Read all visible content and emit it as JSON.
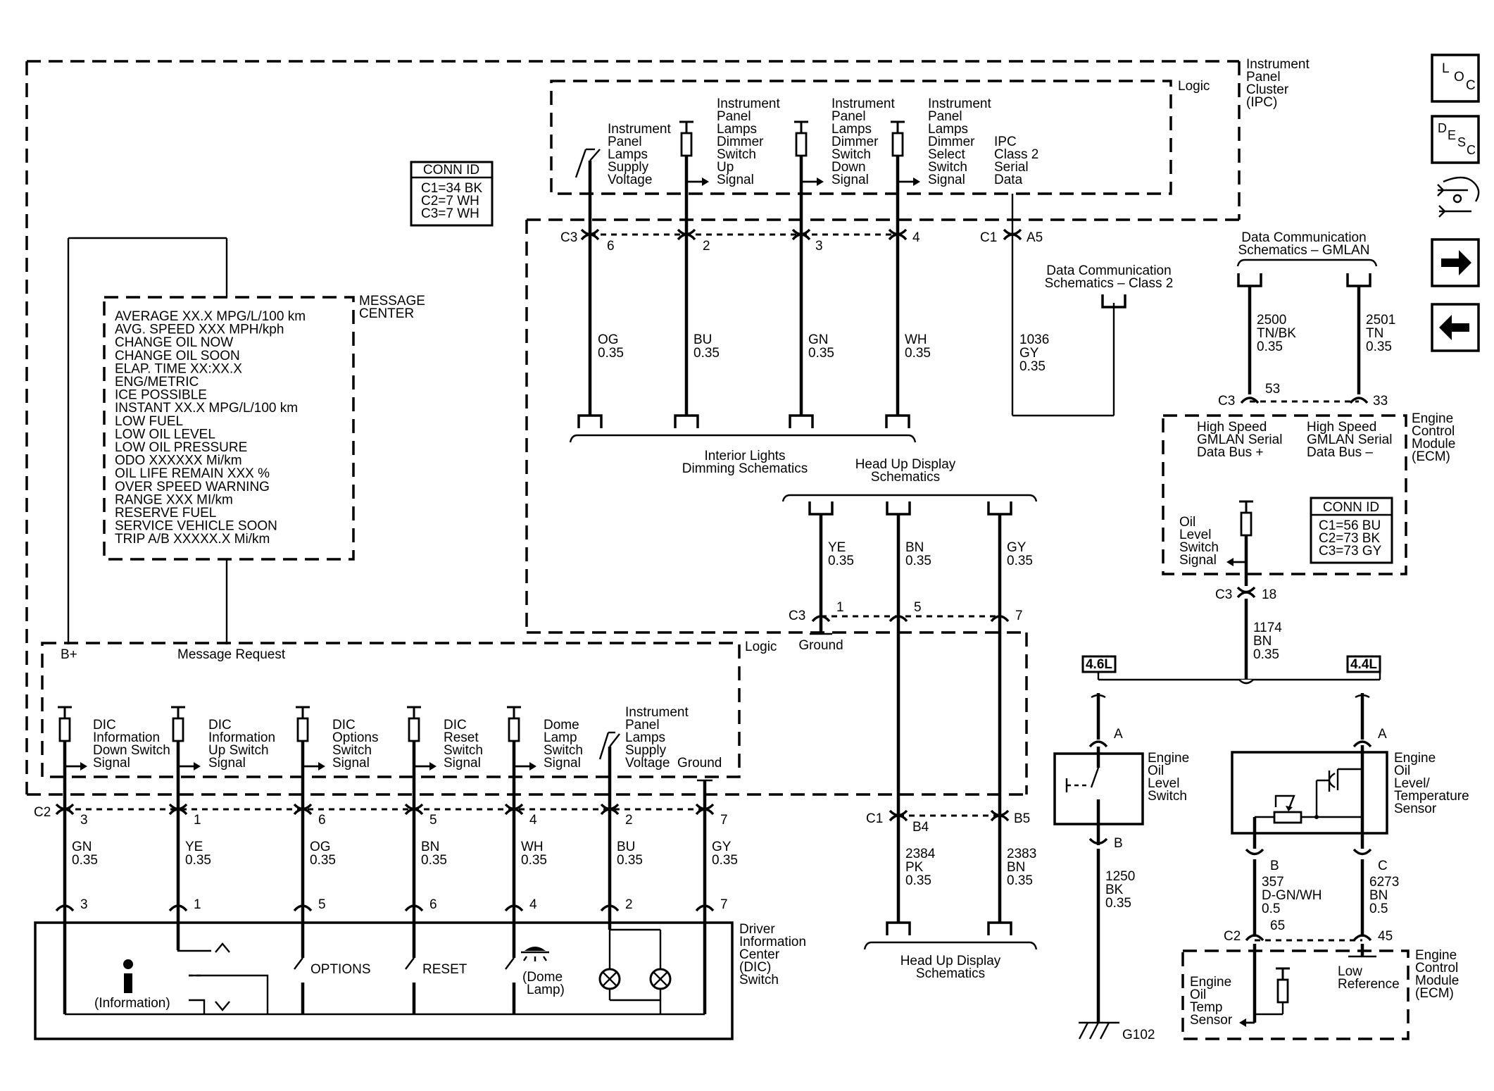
{
  "modules": {
    "ipc": "Instrument Panel Cluster (IPC)",
    "logic_top": "Logic",
    "logic_dic": "Logic",
    "message_center": "MESSAGE CENTER",
    "message_request": "Message Request",
    "b_plus": "B+",
    "dic_switch": "Driver Information Center (DIC) Switch",
    "ecm_top": "Engine Control Module (ECM)",
    "ecm_bottom": "Engine Control Module (ECM)"
  },
  "conn_id_ipc": {
    "title": "CONN ID",
    "lines": [
      "C1=34 BK",
      "C2=7 WH",
      "C3=7 WH"
    ]
  },
  "conn_id_ecm": {
    "title": "CONN ID",
    "lines": [
      "C1=56 BU",
      "C2=73 BK",
      "C3=73 GY"
    ]
  },
  "messages": [
    "AVERAGE XX.X MPG/L/100 km",
    "AVG. SPEED XXX MPH/kph",
    "CHANGE OIL NOW",
    "CHANGE OIL SOON",
    "ELAP. TIME XX:XX.X",
    "ENG/METRIC",
    "ICE POSSIBLE",
    "INSTANT XX.X MPG/L/100 km",
    "LOW FUEL",
    "LOW OIL LEVEL",
    "LOW OIL PRESSURE",
    "ODO XXXXXX Mi/km",
    "OIL LIFE REMAIN XXX %",
    "OVER SPEED WARNING",
    "RANGE XXX MI/km",
    "RESERVE FUEL",
    "SERVICE VEHICLE SOON",
    "TRIP A/B XXXXX.X Mi/km"
  ],
  "ipc_signals": {
    "supply": "Instrument Panel Lamps Supply Voltage",
    "dimmer_up": "Instrument Panel Lamps Dimmer Switch Up Signal",
    "dimmer_down": "Instrument Panel Lamps Dimmer Switch Down Signal",
    "dimmer_select": "Instrument Panel Lamps Dimmer Select Switch Signal",
    "class2": "IPC Class 2 Serial Data"
  },
  "dic_signals": {
    "down": "DIC Information Down Switch Signal",
    "up": "DIC Information Up Switch Signal",
    "options": "DIC Options Switch Signal",
    "reset": "DIC Reset Switch Signal",
    "dome": "Dome Lamp Switch Signal",
    "supply": "Instrument Panel Lamps Supply Voltage",
    "ground": "Ground"
  },
  "connectors": {
    "c3": "C3",
    "c1": "C1",
    "c2": "C2",
    "p6": "6",
    "p2": "2",
    "p3": "3",
    "p4": "4",
    "a5": "A5",
    "p1": "1",
    "p5": "5",
    "p7": "7",
    "b4": "B4",
    "b5": "B5",
    "p53": "53",
    "p33": "33",
    "p18": "18",
    "p65": "65",
    "p45": "45",
    "a": "A",
    "b": "B",
    "c": "C"
  },
  "dic_upper_pins": [
    "3",
    "1",
    "6",
    "5",
    "4",
    "2",
    "7"
  ],
  "dic_lower_pins": [
    "3",
    "1",
    "5",
    "6",
    "4",
    "2",
    "7"
  ],
  "wires": {
    "og_top": "OG 0.35",
    "bu_top": "BU 0.35",
    "gn_top": "GN 0.35",
    "wh_top": "WH 0.35",
    "gy_1036": "1036 GY 0.35",
    "ye_hud": "YE 0.35",
    "bn_hud": "BN 0.35",
    "gy_hud": "GY 0.35",
    "gm2500": "2500 TN/BK 0.35",
    "gm2501": "2501 TN 0.35",
    "w1174": "1174 BN 0.35",
    "w2384": "2384 PK 0.35",
    "w2383": "2383 BN 0.35",
    "w1250": "1250 BK 0.35",
    "w357": "357 D-GN/WH 0.5",
    "w6273": "6273 BN 0.5",
    "dic": [
      "GN 0.35",
      "YE 0.35",
      "OG 0.35",
      "BN 0.35",
      "WH 0.35",
      "BU 0.35",
      "GY 0.35"
    ]
  },
  "refs": {
    "dc_class2": "Data Communication Schematics - Class 2",
    "dc_gmlan": "Data Communication Schematics - GMLAN",
    "interior_lights": "Interior Lights Dimming Schematics",
    "hud_top": "Head Up Display Schematics",
    "hud_bottom": "Head Up Display Schematics"
  },
  "ecm": {
    "hs_plus": "High Speed GMLAN Serial Data Bus +",
    "hs_minus": "High Speed GMLAN Serial Data Bus –",
    "oil_level_signal": "Oil Level Switch Signal",
    "oil_temp_sensor": "Engine Oil Temp Sensor",
    "low_ref": "Low Reference"
  },
  "engine": {
    "v46": "4.6L",
    "v44": "4.4L",
    "oil_level_switch": "Engine Oil Level Switch",
    "oil_level_temp_sensor": "Engine Oil Level/ Temperature Sensor",
    "ground_id": "G102"
  },
  "dic_switch_labels": {
    "information": "(Information)",
    "options": "OPTIONS",
    "reset": "RESET",
    "dome_lamp": "(Dome Lamp)"
  },
  "ground_label": "Ground",
  "side_nav": {
    "loc": [
      "L",
      "O",
      "C"
    ],
    "desc": [
      "D",
      "E",
      "S",
      "C"
    ]
  }
}
